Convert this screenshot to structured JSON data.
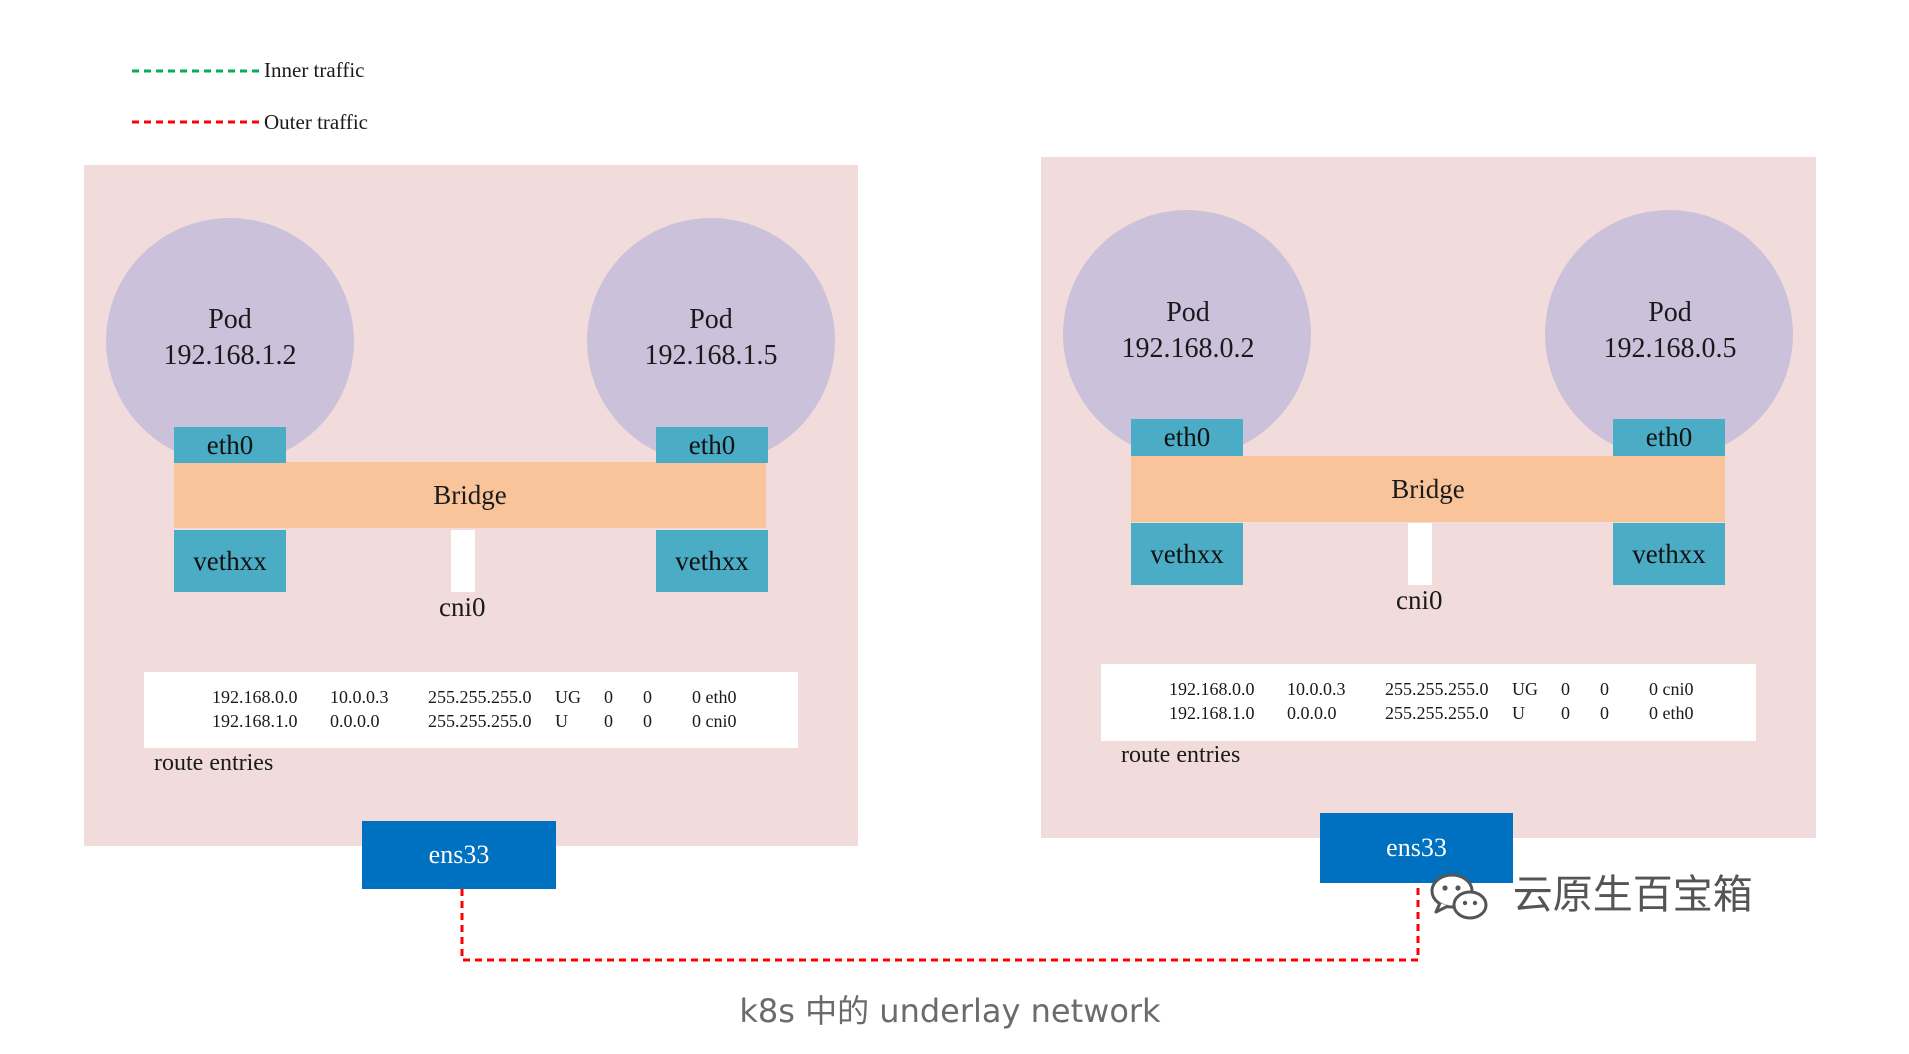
{
  "legend": {
    "inner": {
      "label": "Inner traffic",
      "color": "#00b050"
    },
    "outer": {
      "label": "Outer traffic",
      "color": "#ff0000"
    }
  },
  "nodes": [
    {
      "pods": [
        {
          "title": "Pod",
          "ip": "192.168.1.2"
        },
        {
          "title": "Pod",
          "ip": "192.168.1.5"
        }
      ],
      "eth_label": "eth0",
      "veth_label": "vethxx",
      "bridge_label": "Bridge",
      "cni_label": "cni0",
      "routes": [
        [
          "192.168.0.0",
          "10.0.0.3",
          "255.255.255.0",
          "UG",
          "0",
          "0",
          "0 eth0"
        ],
        [
          "192.168.1.0",
          "0.0.0.0",
          "255.255.255.0",
          "U",
          "0",
          "0",
          "0 cni0"
        ]
      ],
      "routes_label": "route entries",
      "nic_label": "ens33"
    },
    {
      "pods": [
        {
          "title": "Pod",
          "ip": "192.168.0.2"
        },
        {
          "title": "Pod",
          "ip": "192.168.0.5"
        }
      ],
      "eth_label": "eth0",
      "veth_label": "vethxx",
      "bridge_label": "Bridge",
      "cni_label": "cni0",
      "routes": [
        [
          "192.168.0.0",
          "10.0.0.3",
          "255.255.255.0",
          "UG",
          "0",
          "0",
          "0 cni0"
        ],
        [
          "192.168.1.0",
          "0.0.0.0",
          "255.255.255.0",
          "U",
          "0",
          "0",
          "0 eth0"
        ]
      ],
      "routes_label": "route entries",
      "nic_label": "ens33"
    }
  ],
  "caption": "k8s 中的 underlay network",
  "watermark": {
    "text": "云原生百宝箱",
    "icon": "wechat-icon"
  },
  "colors": {
    "panel": "#f2dcdb",
    "pod": "#ccc1da",
    "bridge": "#f9c49a",
    "iface": "#4bacc6",
    "nic": "#0070c0"
  }
}
